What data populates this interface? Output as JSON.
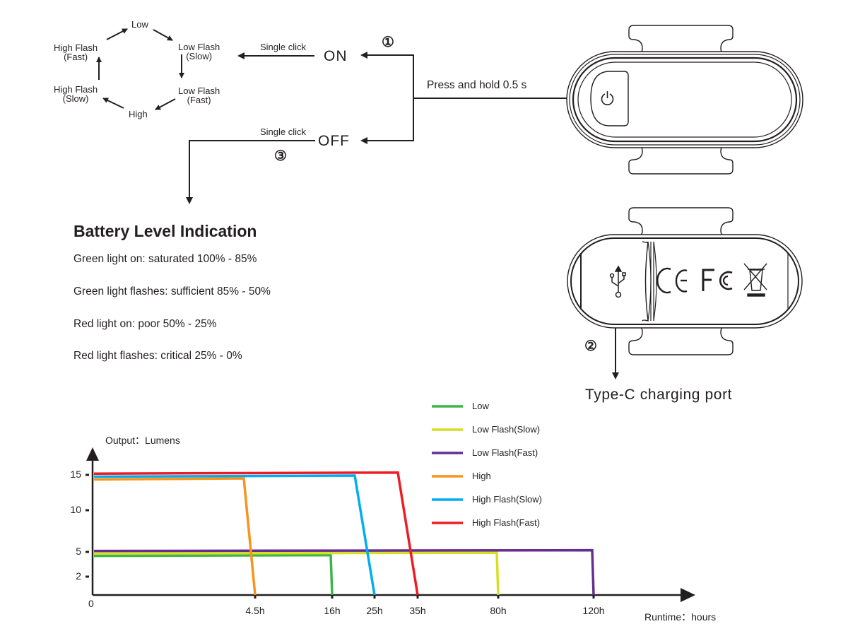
{
  "mode_cycle": {
    "modes": [
      "Low",
      "Low Flash\n(Slow)",
      "Low Flash\n(Fast)",
      "High",
      "High Flash\n(Slow)",
      "High Flash\n(Fast)"
    ]
  },
  "flow": {
    "on_label": "ON",
    "off_label": "OFF",
    "single_click_on": "Single click",
    "single_click_off": "Single click",
    "press_hold": "Press and hold 0.5 s",
    "step1": "①",
    "step2": "②",
    "step3": "③",
    "charging_port": "Type-C charging port"
  },
  "battery": {
    "title": "Battery Level Indication",
    "items": [
      "Green light on: saturated 100% - 85%",
      "Green light flashes: sufficient 85% - 50%",
      "Red light on: poor 50% - 25%",
      "Red light flashes: critical 25% - 0%"
    ]
  },
  "device_icons": [
    "power-icon",
    "usb-icon",
    "ce-mark",
    "fcc-mark",
    "weee-bin-icon"
  ],
  "chart_data": {
    "type": "line",
    "title": "",
    "ylabel": "Output：Lumens",
    "xlabel": "Runtime：hours",
    "y_ticks": [
      2,
      5,
      10,
      15
    ],
    "x_origin_label": "0",
    "x_ticks": [
      "4.5h",
      "16h",
      "25h",
      "35h",
      "80h",
      "120h"
    ],
    "ylim": [
      0,
      17
    ],
    "legend_position": "right",
    "series": [
      {
        "name": "Low",
        "color": "#3db54a",
        "level": 4.6,
        "runtime_h": 16
      },
      {
        "name": "Low Flash(Slow)",
        "color": "#d7df23",
        "level": 4.9,
        "runtime_h": 80
      },
      {
        "name": "Low Flash(Fast)",
        "color": "#662d91",
        "level": 5.2,
        "runtime_h": 120
      },
      {
        "name": "High",
        "color": "#f7941d",
        "level": 14.5,
        "runtime_h": 4.5
      },
      {
        "name": "High Flash(Slow)",
        "color": "#00aeef",
        "level": 14.9,
        "runtime_h": 25
      },
      {
        "name": "High Flash(Fast)",
        "color": "#ed1c24",
        "level": 15.3,
        "runtime_h": 35
      }
    ]
  }
}
